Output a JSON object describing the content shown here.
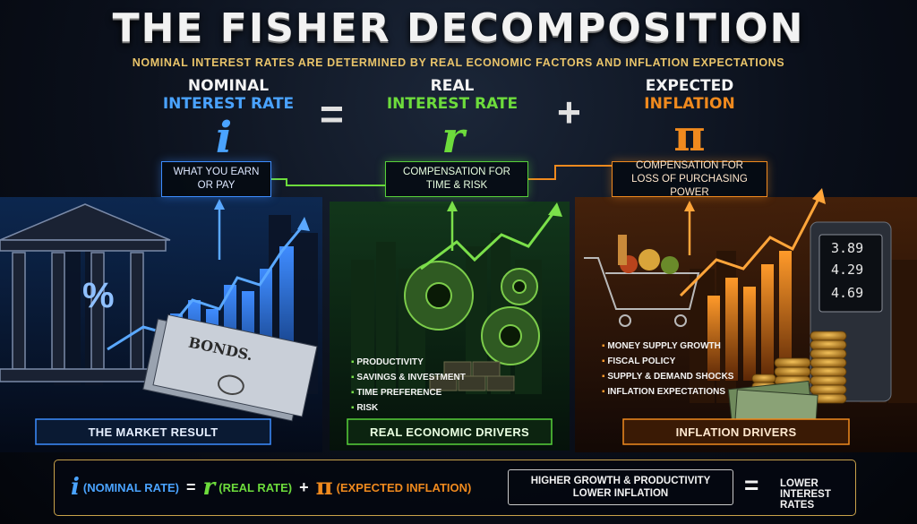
{
  "title": "THE FISHER DECOMPOSITION",
  "subtitle": "NOMINAL INTEREST RATES ARE DETERMINED BY REAL ECONOMIC FACTORS AND INFLATION EXPECTATIONS",
  "terms": {
    "nominal": {
      "line1": "NOMINAL",
      "line2": "INTEREST RATE",
      "symbol": "i",
      "box_line1": "WHAT YOU EARN",
      "box_line2": "OR PAY",
      "footer": "THE MARKET RESULT"
    },
    "real": {
      "line1": "REAL",
      "line2": "INTEREST RATE",
      "symbol": "r",
      "box_line1": "COMPENSATION FOR",
      "box_line2": "TIME & RISK",
      "footer": "REAL ECONOMIC DRIVERS"
    },
    "inflation": {
      "line1": "EXPECTED",
      "line2": "INFLATION",
      "symbol": "π",
      "box_line1": "COMPENSATION FOR",
      "box_line2": "LOSS OF PURCHASING POWER",
      "footer": "INFLATION DRIVERS"
    }
  },
  "operators": {
    "equals": "=",
    "plus": "+"
  },
  "illustrations": {
    "percent_sign": "%",
    "bonds_label": "BONDS.",
    "gas_prices": [
      "3.89",
      "4.29",
      "4.69"
    ]
  },
  "real_drivers": [
    "PRODUCTIVITY",
    "SAVINGS & INVESTMENT",
    "TIME PREFERENCE",
    "RISK"
  ],
  "inflation_drivers": [
    "MONEY SUPPLY GROWTH",
    "FISCAL POLICY",
    "SUPPLY & DEMAND SHOCKS",
    "INFLATION EXPECTATIONS"
  ],
  "equation": {
    "i_symbol": "i",
    "i_word": "(NOMINAL RATE)",
    "eq": "=",
    "r_symbol": "r",
    "r_word": "(REAL RATE)",
    "plus": "+",
    "pi_symbol": "π",
    "pi_word": "(EXPECTED INFLATION)"
  },
  "conclusion": {
    "line1": "HIGHER GROWTH & PRODUCTIVITY",
    "line2": "LOWER INFLATION",
    "eq": "=",
    "result": "LOWER INTEREST RATES"
  },
  "colors": {
    "blue": "#3d8dff",
    "green": "#6ddc3c",
    "orange": "#f08a1e",
    "gold": "#c9a24a"
  }
}
